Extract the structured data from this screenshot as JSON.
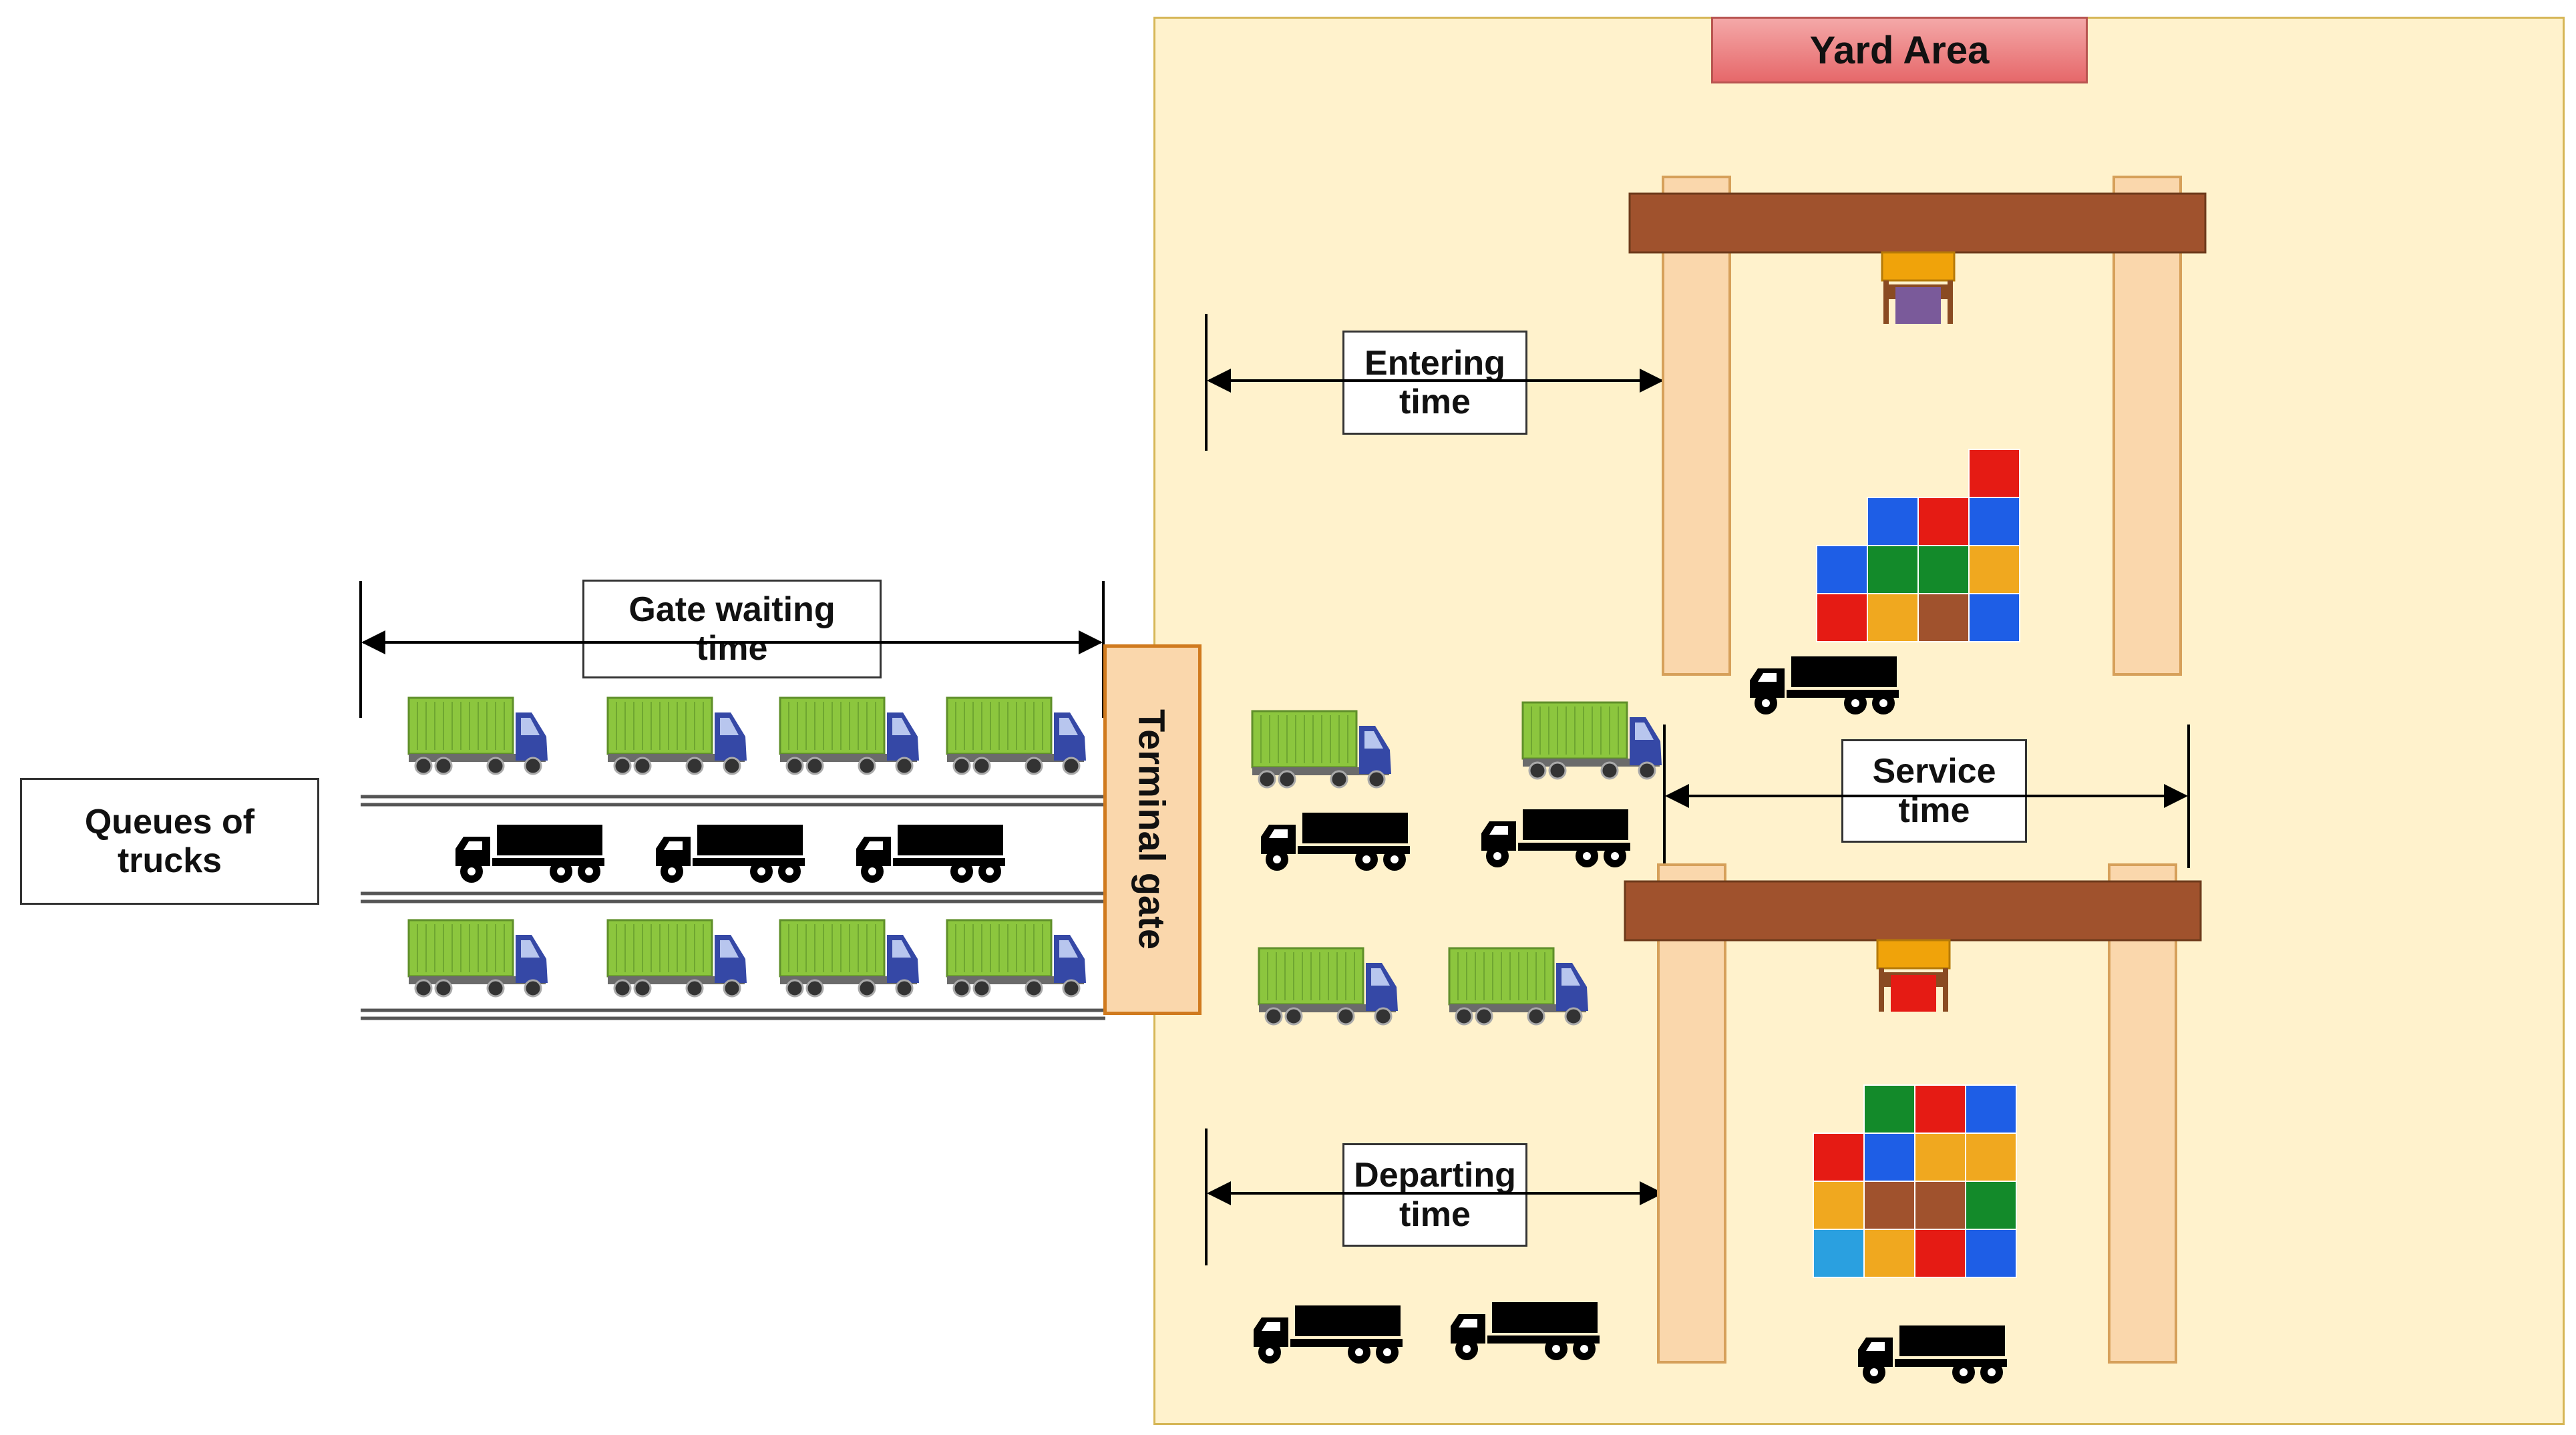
{
  "yard": {
    "title": "Yard Area"
  },
  "gate": {
    "label": "Terminal gate"
  },
  "labels": {
    "queues": "Queues of\ntrucks",
    "gate_waiting": "Gate waiting\ntime",
    "entering": "Entering\ntime",
    "service": "Service\ntime",
    "departing": "Departing\ntime"
  },
  "colors": {
    "yard_fill": "#fff2cc",
    "crane_beam": "#a0522d",
    "crane_leg": "#fad7ac",
    "trolley": "#f0a30a",
    "container_body": "#8cc63e",
    "truck_cab": "#3548a6",
    "truck_black": "#000000",
    "red": "#e51b14",
    "blue": "#1e5ee6",
    "green": "#138a2a",
    "orange": "#f0a81f",
    "brown": "#a0522d",
    "light_blue": "#2aa0e0"
  },
  "icons": [
    "container-truck-icon",
    "empty-truck-icon",
    "gantry-crane-icon",
    "container-stack-icon"
  ]
}
